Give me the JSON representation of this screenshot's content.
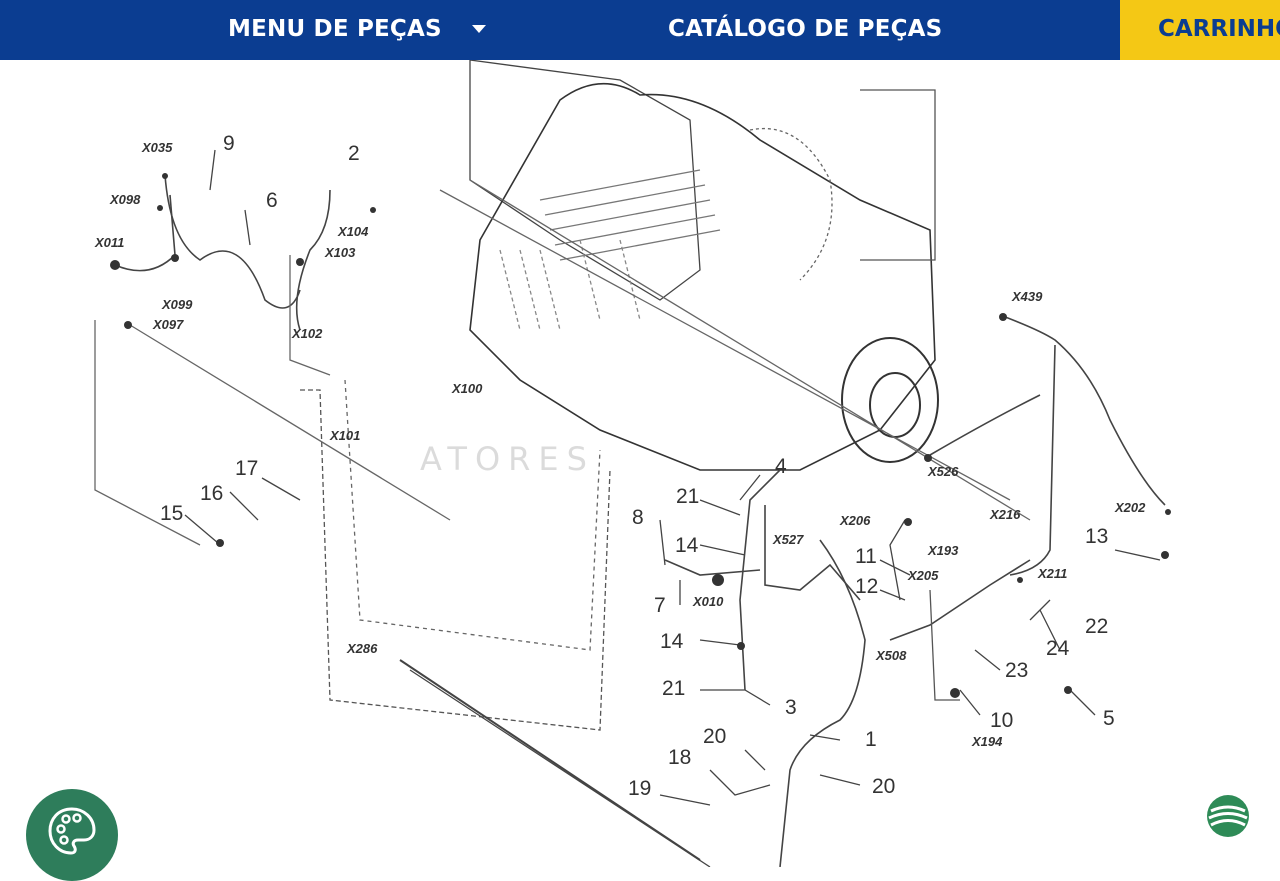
{
  "nav": {
    "menu_label": "MENU DE PEÇAS",
    "catalog_label": "CATÁLOGO DE PEÇAS",
    "cart_label": "CARRINHO",
    "colors": {
      "bar": "#0b3d91",
      "cart": "#f4c815",
      "text": "#ffffff"
    },
    "menu_icon": "chevron-down-icon"
  },
  "diagram": {
    "part_numbers": [
      "9",
      "2",
      "6",
      "17",
      "16",
      "15",
      "4",
      "21",
      "8",
      "14",
      "7",
      "14",
      "21",
      "3",
      "20",
      "18",
      "19",
      "1",
      "20",
      "11",
      "12",
      "22",
      "24",
      "23",
      "13",
      "10",
      "5"
    ],
    "connector_codes": [
      "X035",
      "X098",
      "X011",
      "X099",
      "X097",
      "X104",
      "X103",
      "X102",
      "X100",
      "X101",
      "X439",
      "X526",
      "X216",
      "X202",
      "X206",
      "X193",
      "X205",
      "X211",
      "X527",
      "X010",
      "X508",
      "X286",
      "X194"
    ],
    "watermark": "ATORES"
  },
  "floating": {
    "palette_icon": "palette-icon",
    "palette_color": "#2e7d5b",
    "logo_icon": "brand-logo-icon",
    "logo_color": "#2e8b57"
  }
}
